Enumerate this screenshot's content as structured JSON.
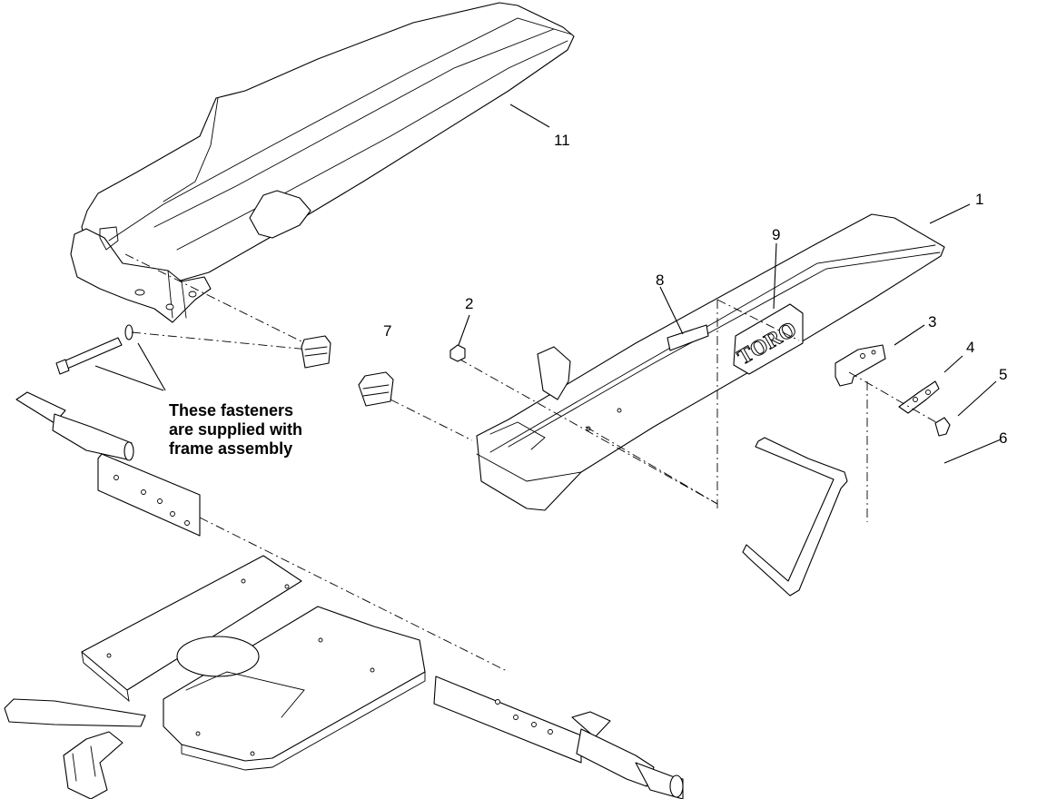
{
  "callouts": {
    "c1": "1",
    "c2": "2",
    "c3": "3",
    "c4": "4",
    "c5": "5",
    "c6": "6",
    "c7": "7",
    "c8": "8",
    "c9": "9",
    "c11": "11"
  },
  "note": {
    "line1": "These fasteners",
    "line2": "are supplied with",
    "line3": "frame assembly"
  },
  "decal": {
    "logo_text": "TORO"
  }
}
